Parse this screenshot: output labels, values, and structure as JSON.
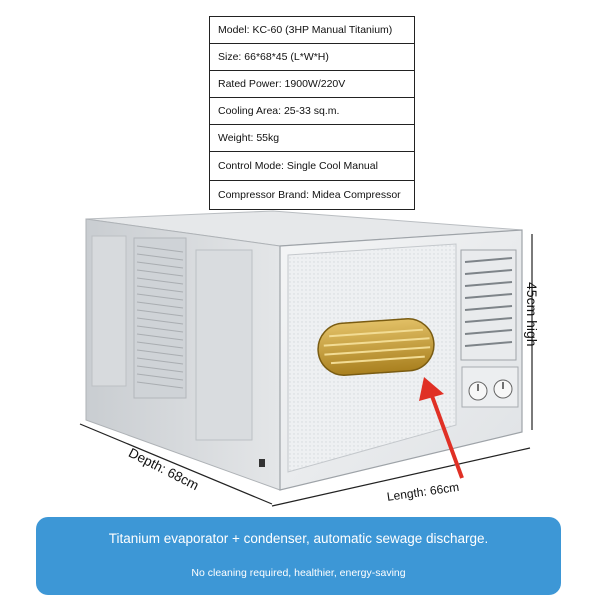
{
  "specs": [
    {
      "label": "Model:",
      "value": "KC-60 (3HP Manual Titanium)"
    },
    {
      "label": "Size:",
      "value": "66*68*45 (L*W*H)"
    },
    {
      "label": "Rated Power:",
      "value": "1900W/220V"
    },
    {
      "label": "Cooling Area:",
      "value": "25-33 sq.m."
    },
    {
      "label": "Weight:",
      "value": "55kg"
    },
    {
      "label": "Control Mode:",
      "value": "Single Cool Manual"
    },
    {
      "label": "Compressor Brand:",
      "value": "Midea Compressor"
    }
  ],
  "dimensions": {
    "depth": "Depth: 68cm",
    "length": "Length: 66cm",
    "height": "45cm high"
  },
  "banner": {
    "line1": "Titanium evaporator + condenser, automatic sewage discharge.",
    "line2": "No cleaning required, healthier, energy-saving"
  },
  "colors": {
    "banner_bg": "#3d97d6",
    "arrow": "#e03025",
    "coil": "#c9a43c"
  }
}
